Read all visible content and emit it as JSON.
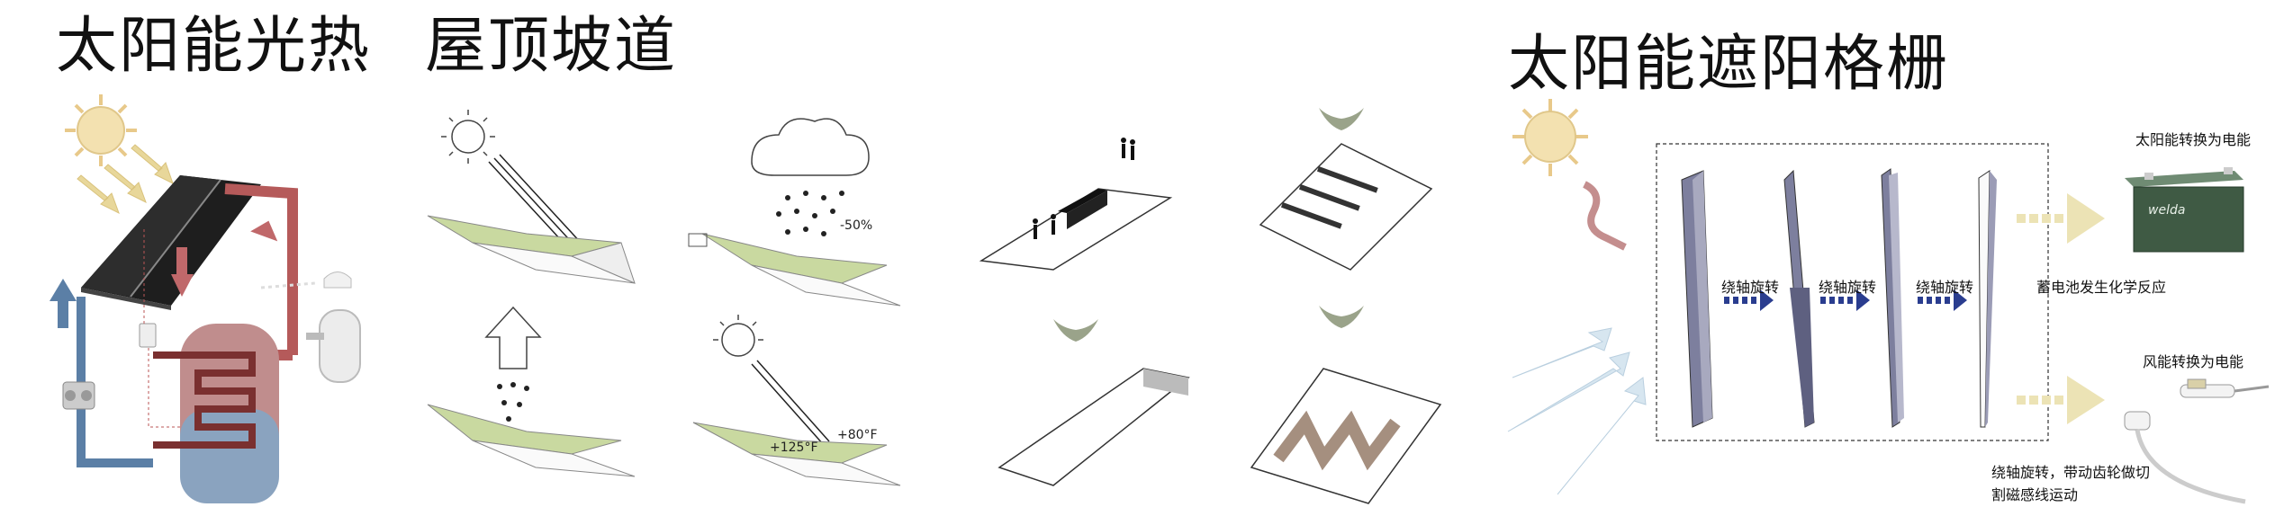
{
  "titles": {
    "solar_thermal": "太阳能光热",
    "roof_ramp": "屋顶坡道",
    "solar_shading": "太阳能遮阳格栅"
  },
  "ramp_diagram": {
    "rain_percent": "-50%",
    "temp_roof": "+80°F",
    "temp_below": "+125°F"
  },
  "shading_diagram": {
    "rotate_label_1": "绕轴旋转",
    "rotate_label_2": "绕轴旋转",
    "rotate_label_3": "绕轴旋转",
    "solar_to_electric": "太阳能转换为电能",
    "battery_reaction": "蓄电池发生化学反应",
    "battery_brand": "welda",
    "wind_to_electric": "风能转换为电能",
    "bottom_note_line1": "绕轴旋转，带动齿轮做切",
    "bottom_note_line2": "割磁感线运动"
  },
  "colors": {
    "sun_fill": "#f3e1b0",
    "sun_ray": "#e8c98a",
    "arrow_gold": "#e8d79a",
    "panel_dark": "#222222",
    "pipe_red": "#b55a5a",
    "pipe_blue": "#5b7fa6",
    "grass_green": "#c9d9a0",
    "louver_purple": "#7d7f9e",
    "arrow_blue": "#2a3d8f",
    "battery_green": "#3f5a44"
  },
  "icons": [
    "sun-icon",
    "cloud-icon",
    "battery-icon",
    "wind-turbine-icon",
    "person-icon"
  ]
}
